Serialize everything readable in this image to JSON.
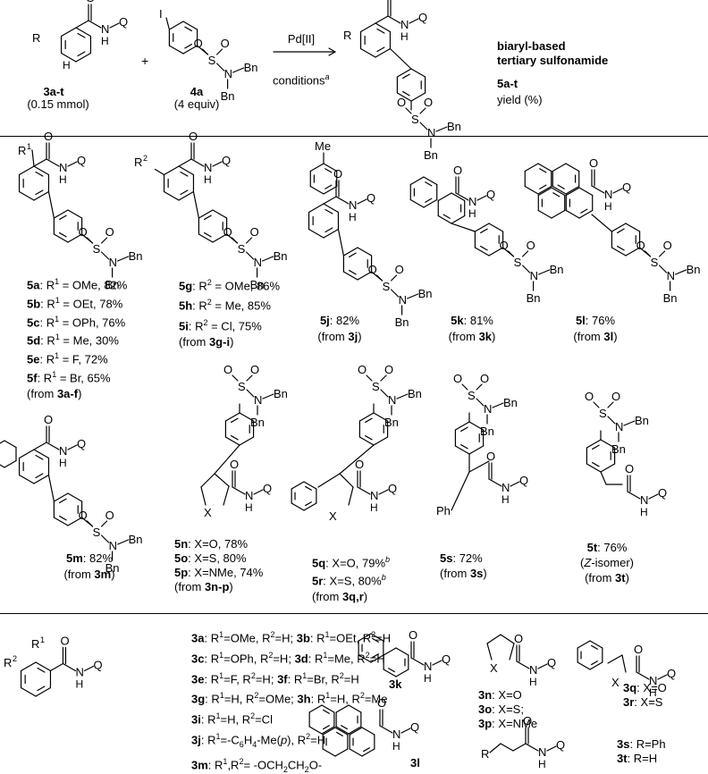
{
  "header": {
    "reactant_label": "3a-t",
    "reactant_amount": "(0.15 mmol)",
    "plus": "+",
    "reagent_label": "4a",
    "reagent_amount": "(4 equiv)",
    "catalyst": "Pd[II]",
    "conditions": "conditions",
    "conditions_footnote": "a",
    "product_title_1": "biaryl-based",
    "product_title_2": "tertiary sulfonamide",
    "product_label": "5a-t",
    "product_yield": "yield (%)"
  },
  "atoms": {
    "R": "R",
    "O": "O",
    "N": "N",
    "H": "H",
    "Q": "Q",
    "I": "I",
    "S": "S",
    "Bn": "Bn",
    "Me": "Me",
    "X": "X",
    "Ph": "Ph",
    "R1": "R",
    "R2": "R",
    "sup1": "1",
    "sup2": "2"
  },
  "products": {
    "group_af": [
      "5a: R1 = OMe, 82%",
      "5b: R1 = OEt, 78%",
      "5c: R1 = OPh, 76%",
      "5d: R1 = Me, 30%",
      "5e: R1 = F, 72%",
      "5f: R1 = Br, 65%",
      "(from 3a-f)"
    ],
    "group_gi": [
      "5g: R2 = OMe, 86%",
      "5h: R2 = Me, 85%",
      "5i: R2 = Cl, 75%",
      "(from 3g-i)"
    ],
    "p5j": [
      "5j: 82%",
      "(from 3j)"
    ],
    "p5k": [
      "5k: 81%",
      "(from 3k)"
    ],
    "p5l": [
      "5l: 76%",
      "(from 3l)"
    ],
    "p5m": [
      "5m: 82%",
      "(from 3m)"
    ],
    "group_np": [
      "5n: X=O, 78%",
      "5o: X=S, 80%",
      "5p: X=NMe, 74%",
      "(from 3n-p)"
    ],
    "group_qr": [
      "5q: X=O, 79%b",
      "5r: X=S, 80%b",
      "(from 3q,r)"
    ],
    "p5s": [
      "5s: 72%",
      "(from 3s)"
    ],
    "p5t": [
      "5t: 76%",
      "(Z-isomer)",
      "(from 3t)"
    ]
  },
  "substrates": {
    "list": [
      "3a: R1=OMe, R2=H; 3b: R1=OEt, R2=H",
      "3c: R1=OPh, R2=H; 3d: R1=Me, R2=H",
      "3e: R1=F, R2=H; 3f: R1=Br, R2=H",
      "3g: R1=H, R2=OMe; 3h: R1=H, R2=Me",
      "3i: R1=H, R2=Cl",
      "3j: R1=-C6H4-Me(p), R2=H",
      "3m: R1,R2= -OCH2CH2O-"
    ],
    "l3k": "3k",
    "l3l": "3l",
    "furan": [
      "3n: X=O",
      "3o: X=S;",
      "3p: X=NMe"
    ],
    "benzo": [
      "3q: X=O",
      "3r: X=S"
    ],
    "acryl": [
      "3s: R=Ph",
      "3t: R=H"
    ]
  },
  "colors": {
    "ink": "#000000",
    "background": "#ffffff"
  }
}
